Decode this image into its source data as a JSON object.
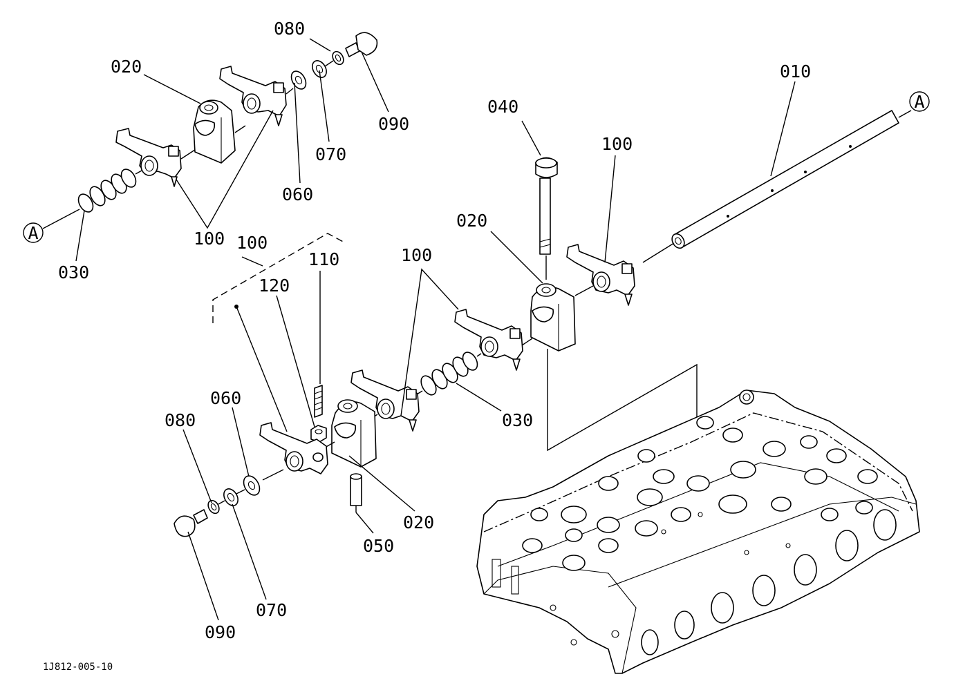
{
  "labels": {
    "l010": "010",
    "l020_top": "020",
    "l020_mid": "020",
    "l020_low": "020",
    "l030_left": "030",
    "l030_mid": "030",
    "l040": "040",
    "l050": "050",
    "l060_top": "060",
    "l060_low": "060",
    "l070_top": "070",
    "l070_low": "070",
    "l080_top": "080",
    "l080_low": "080",
    "l090_top": "090",
    "l090_low": "090",
    "l100_top": "100",
    "l100_right": "100",
    "l100_mid": "100",
    "l100_dashed": "100",
    "l110": "110",
    "l120": "120",
    "ref_a_left": "A",
    "ref_a_right": "A"
  },
  "drawing_code": "1J812-005-10"
}
